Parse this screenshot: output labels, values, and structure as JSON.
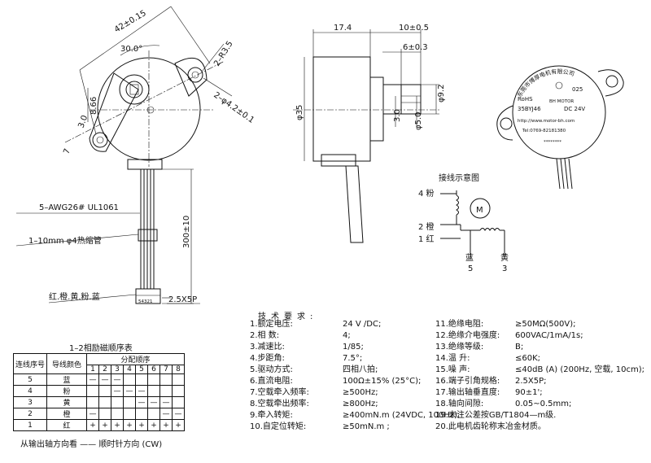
{
  "front_view": {
    "dim_width": "42±0.15",
    "dim_angle": "30.0°",
    "dim_radius": "2–R3.5",
    "dim_hole": "2–φ4.2±0.1",
    "dim_866": "8.66",
    "dim_30": "3.0",
    "dim_7": "7",
    "wire_spec": "5–AWG26# UL1061",
    "sleeve_spec": "1–10mm φ4热缩管",
    "lead_length": "300±10",
    "wire_colors": "红.橙.黄.粉.蓝",
    "connector_pins": "54321",
    "connector": "2.5X5P"
  },
  "side_view": {
    "dim_174": "17.4",
    "dim_10": "10±0.5",
    "dim_6": "6±0.3",
    "dim_35": "φ35",
    "dim_92": "φ9.2",
    "dim_3": "3.0",
    "dim_5": "φ5.0"
  },
  "label_view": {
    "line1": "东莞市博厚电机有限公司",
    "rohs": "RoHS",
    "model": "35BYJ46",
    "code": "025",
    "voltage": "DC 24V",
    "brand": "BH MOTOR",
    "url": "http://www.motor-bh.com",
    "tel": "Tel:0769-82181380",
    "stars": "********"
  },
  "wiring": {
    "title": "接线示意图",
    "w4": "4 粉",
    "w2": "2 橙",
    "w1": "1 红",
    "w5_color": "蓝",
    "w5": "5",
    "w3_color": "黄",
    "w3": "3",
    "motor": "M"
  },
  "specs": {
    "title": "技术要求:",
    "left": [
      {
        "k": "1.额定电压:",
        "v": "24 V /DC;"
      },
      {
        "k": "2.相  数:",
        "v": "4;"
      },
      {
        "k": "3.减速比:",
        "v": "1/85;"
      },
      {
        "k": "4.步距角:",
        "v": "7.5°;"
      },
      {
        "k": "5.驱动方式:",
        "v": "四相八拍;"
      },
      {
        "k": "6.直流电阻:",
        "v": "100Ω±15% (25°C);"
      },
      {
        "k": "7.空载牵入频率:",
        "v": "≥500Hz;"
      },
      {
        "k": "8.空载牵出频率:",
        "v": "≥800Hz;"
      },
      {
        "k": "9.牵入转矩:",
        "v": "≥400mN.m (24VDC, 100Hz);"
      },
      {
        "k": "10.自定位转矩:",
        "v": "≥50mN.m   ;"
      }
    ],
    "right": [
      {
        "k": "11.绝缘电阻:",
        "v": "≥50MΩ(500V);"
      },
      {
        "k": "12.绝缘介电强度:",
        "v": "600VAC/1mA/1s;"
      },
      {
        "k": "13.绝缘等级:",
        "v": "B;"
      },
      {
        "k": "14.温   升:",
        "v": "≤60K;"
      },
      {
        "k": "15.噪   声:",
        "v": "≤40dB (A) (200Hz, 空载, 10cm);"
      },
      {
        "k": "16.端子引角规格:",
        "v": "2.5X5P;"
      },
      {
        "k": "17.输出轴垂直度:",
        "v": "90±1';"
      },
      {
        "k": "18.轴向间隙:",
        "v": "0.05~0.5mm;"
      },
      {
        "k": "19.未注公差按GB/T1804—m级.",
        "v": ""
      },
      {
        "k": "20.此电机齿轮称末冶金材质。",
        "v": ""
      }
    ]
  },
  "sequence": {
    "title": "1–2相励磁顺序表",
    "h_wire": "连线序号",
    "h_color": "导线颜色",
    "h_dist": "分配顺序",
    "steps": [
      "1",
      "2",
      "3",
      "4",
      "5",
      "6",
      "7",
      "8"
    ],
    "rows": [
      {
        "n": "5",
        "c": "蓝",
        "s": [
          "—",
          "—",
          "—",
          "",
          "",
          "",
          "",
          ""
        ]
      },
      {
        "n": "4",
        "c": "粉",
        "s": [
          "",
          "",
          "—",
          "—",
          "—",
          "",
          "",
          ""
        ]
      },
      {
        "n": "3",
        "c": "黄",
        "s": [
          "",
          "",
          "",
          "",
          "—",
          "—",
          "—",
          ""
        ]
      },
      {
        "n": "2",
        "c": "橙",
        "s": [
          "—",
          "",
          "",
          "",
          "",
          "",
          "—",
          "—"
        ]
      },
      {
        "n": "1",
        "c": "红",
        "s": [
          "+",
          "+",
          "+",
          "+",
          "+",
          "+",
          "+",
          "+"
        ]
      }
    ],
    "footer": "从输出轴方向看 —— 顺时针方向 (CW)"
  }
}
